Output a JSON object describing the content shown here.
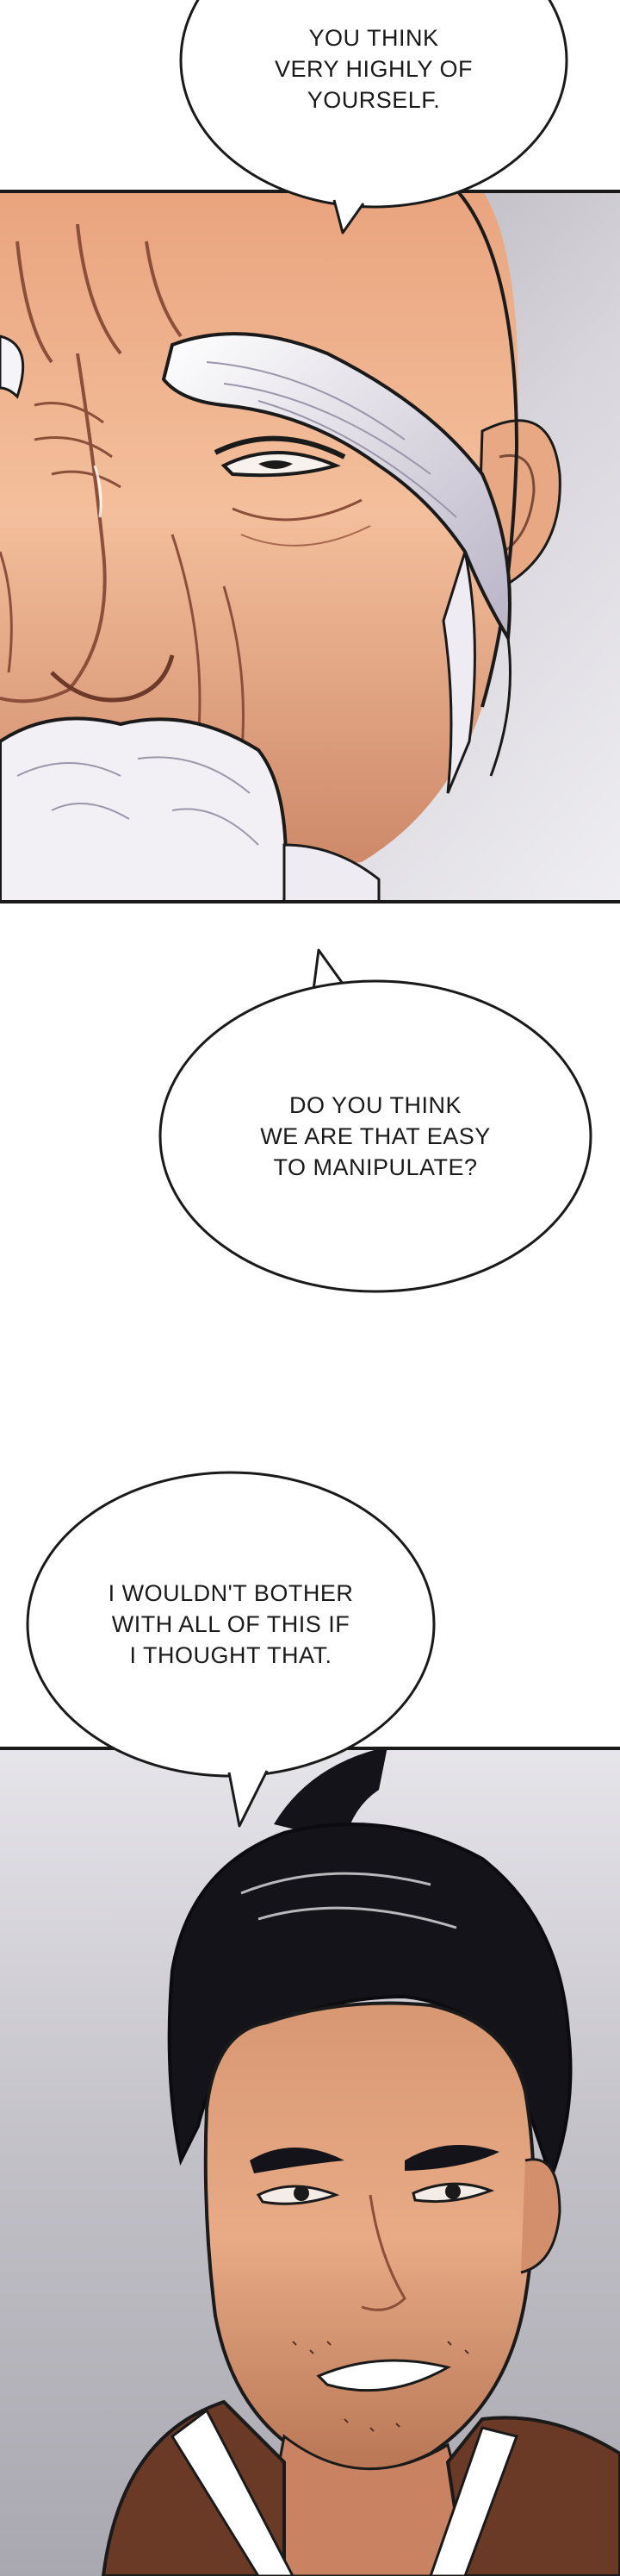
{
  "bubbles": {
    "one": {
      "lines": [
        "YOU THINK",
        "VERY HIGHLY OF",
        "YOURSELF."
      ]
    },
    "two": {
      "lines": [
        "DO YOU THINK",
        "WE ARE THAT EASY",
        "TO MANIPULATE?"
      ]
    },
    "three": {
      "lines": [
        "I WOULDN'T BOTHER",
        "WITH ALL OF THIS IF",
        "I THOUGHT THAT."
      ]
    }
  },
  "colors": {
    "panel_border": "#1a1a1a",
    "skin_light": "#f0b995",
    "skin_mid": "#d9926e",
    "skin_shadow": "#a8684f",
    "white_hair": "#f2f0f4",
    "hair_shade": "#b8b2c4",
    "black_hair": "#15131a",
    "robe_brown": "#6b3a26",
    "bg_grey": "#c9c7ce"
  },
  "panels": {
    "elder": {
      "subject": "elder-face-closeup"
    },
    "warrior": {
      "subject": "warrior-portrait"
    }
  }
}
